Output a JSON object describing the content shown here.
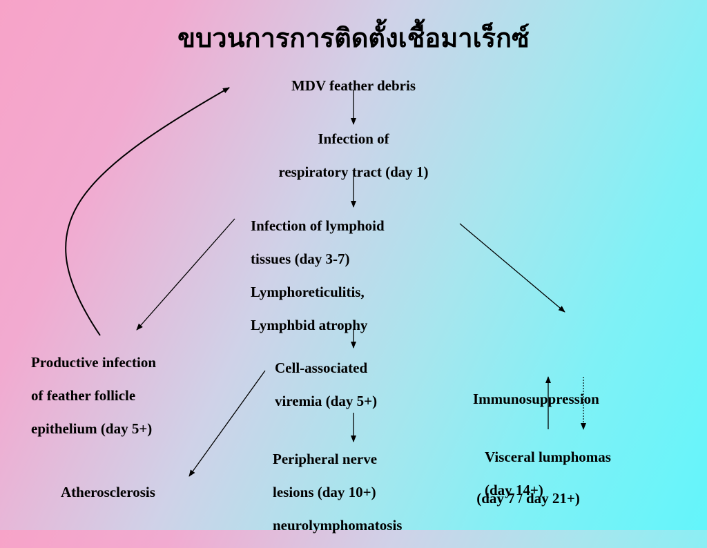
{
  "title": "ขบวนการการติดตั้งเชื้อมาเร็กซ์",
  "nodes": {
    "mdv": [
      "MDV feather debris"
    ],
    "resp": [
      "Infection of",
      "respiratory tract (day 1)"
    ],
    "lymphoid": [
      "Infection of lymphoid",
      "tissues (day 3-7)",
      "Lymphoreticulitis,",
      "Lymphbid atrophy"
    ],
    "productive": [
      "Productive infection",
      "of feather follicle",
      "epithelium (day 5+)"
    ],
    "viremia": [
      "Cell-associated",
      "viremia (day 5+)"
    ],
    "immuno": [
      "Immunosuppression",
      " (day 7 / day 21+)"
    ],
    "athero": [
      "Atherosclerosis"
    ],
    "peripheral": [
      "Peripheral nerve",
      "lesions (day 10+)",
      "neurolymphomatosis"
    ],
    "visceral": [
      "Visceral lumphomas",
      "(day 14+)"
    ]
  }
}
